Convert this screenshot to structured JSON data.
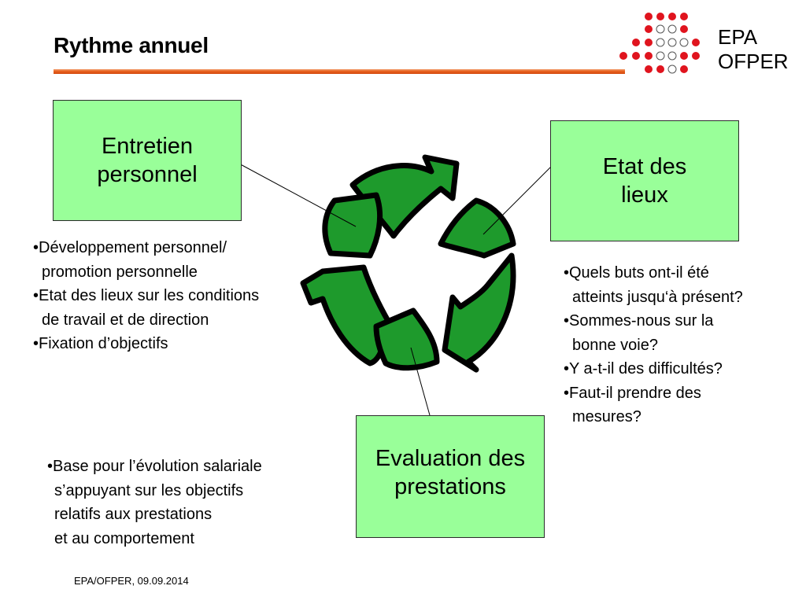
{
  "title": "Rythme annuel",
  "logo": {
    "line1": "EPA",
    "line2": "OFPER"
  },
  "boxes": {
    "entretien": {
      "line1": "Entretien",
      "line2": "personnel"
    },
    "etat": {
      "line1": "Etat des",
      "line2": "lieux"
    },
    "evaluation": {
      "line1": "Evaluation des",
      "line2": "prestations"
    }
  },
  "bullets_left": [
    "•Développement personnel/",
    "promotion personnelle",
    "•Etat des lieux sur les conditions",
    "de travail et de direction",
    "•Fixation d’objectifs"
  ],
  "bullets_right": [
    "•Quels buts ont-il été",
    "atteints jusqu‘à présent?",
    "•Sommes-nous sur la",
    "bonne voie?",
    "•Y a-t-il des difficultés?",
    "•Faut-il prendre des",
    "mesures?"
  ],
  "bullets_bottom": [
    "•Base pour l’évolution salariale",
    "s’appuyant sur les objectifs",
    "relatifs aux prestations",
    "et au comportement"
  ],
  "footer": "EPA/OFPER, 09.09.2014",
  "colors": {
    "box_fill": "#99ff99",
    "arrow_fill": "#1e9a2c",
    "title_rule": "#e8601c",
    "logo_dot": "#e0141e"
  }
}
